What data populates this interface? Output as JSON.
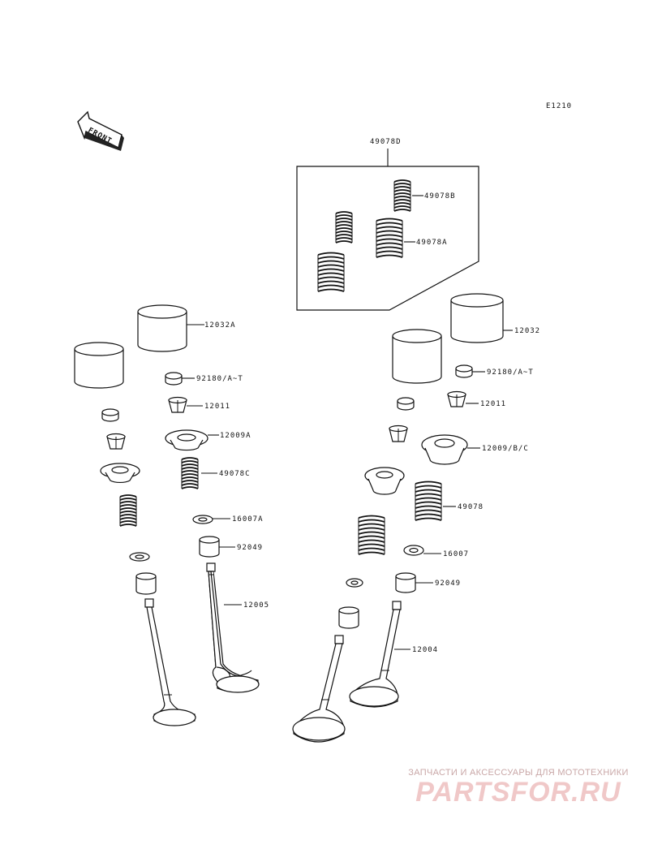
{
  "diagram": {
    "code": "E1210",
    "front_label": "FRONT",
    "parts": {
      "kit": "49078D",
      "spring_b": "49078B",
      "spring_a": "49078A",
      "lifter_a": "12032A",
      "lifter": "12032",
      "shim_a": "92180/A~T",
      "shim": "92180/A~T",
      "cotter_a": "12011",
      "cotter": "12011",
      "retainer_a": "12009A",
      "retainer": "12009/B/C",
      "spring_c": "49078C",
      "spring": "49078",
      "seat_a": "16007A",
      "seat": "16007",
      "seal_a": "92049",
      "seal": "92049",
      "valve_ex": "12005",
      "valve_in": "12004"
    }
  },
  "watermark": {
    "tagline": "ЗАПЧАСТИ И АКСЕССУАРЫ ДЛЯ МОТОТЕХНИКИ",
    "logo": "PARTSFOR.RU"
  }
}
